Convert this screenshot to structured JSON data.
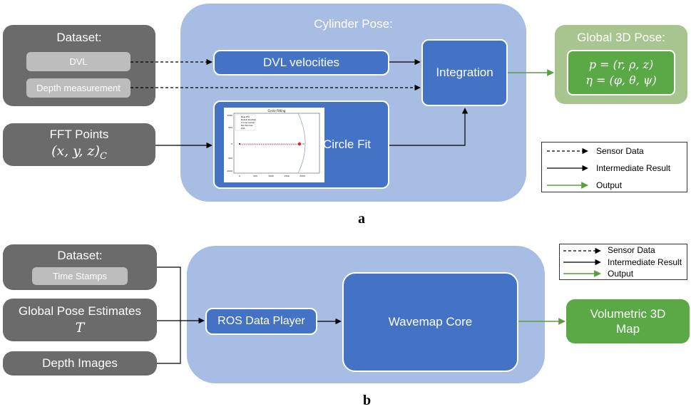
{
  "panel_a": {
    "label": "a",
    "dataset": {
      "title": "Dataset:",
      "items": [
        "DVL",
        "Depth measurement"
      ]
    },
    "fft": {
      "title": "FFT Points",
      "formula": "(x, y, z)",
      "subscript": "C"
    },
    "cylinder_pose": {
      "title": "Cylinder Pose:"
    },
    "dvl_velocities": "DVL velocities",
    "integration": "Integration",
    "circle_fit": "Circle Fit",
    "circle_plot": {
      "title": "Circle Fitting",
      "legend": [
        "Raw Pts",
        "Robot Position",
        "Circle Center",
        "Est Normal",
        "DVL"
      ],
      "x_ticks": [
        "0",
        "500",
        "1000",
        "1500",
        "2000"
      ],
      "y_ticks": [
        "1000",
        "500",
        "0",
        "-500",
        "-1000"
      ]
    },
    "global_pose": {
      "title": "Global 3D Pose:",
      "line1": "p = (r, ρ, z)",
      "line2": "η = (φ, θ, ψ)"
    },
    "legend": [
      "Sensor Data",
      "Intermediate Result",
      "Output"
    ]
  },
  "panel_b": {
    "label": "b",
    "dataset": {
      "title": "Dataset:",
      "item": "Time Stamps"
    },
    "global_pose_estimates": {
      "title": "Global Pose Estimates",
      "symbol": "T"
    },
    "depth_images": "Depth Images",
    "ros_player": "ROS Data Player",
    "wavemap_core": "Wavemap Core",
    "output": "Volumetric 3D Map",
    "legend": [
      "Sensor Data",
      "Intermediate Result",
      "Output"
    ]
  },
  "colors": {
    "gray_box": "#6b6b6b",
    "region": "#a7bde3",
    "blue_box": "#4472c4",
    "green_output": "#5aa846",
    "green_light": "#a9c58f",
    "output_arrow": "#5a9e3f"
  }
}
